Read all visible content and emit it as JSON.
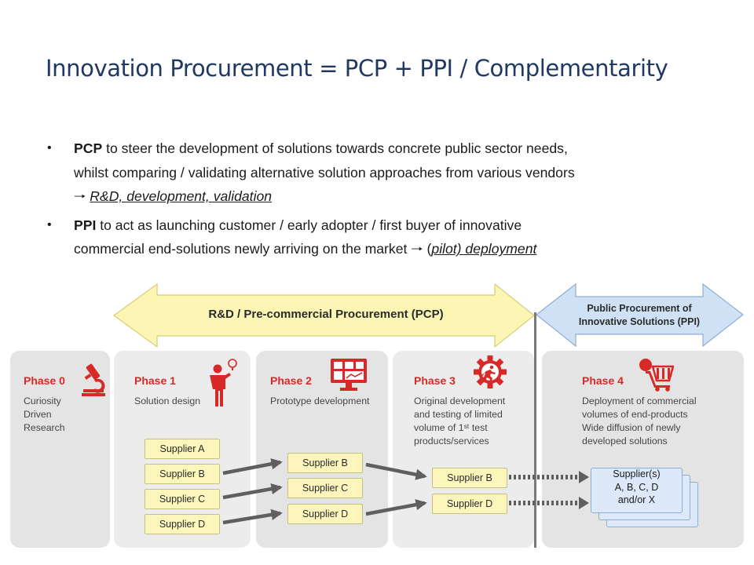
{
  "title": "Innovation Procurement = PCP + PPI / Complementarity",
  "bullets": [
    {
      "term": "PCP",
      "line1": " to steer the development of solutions towards concrete public sector needs,",
      "line2": "whilst comparing / validating alternative solution approaches from various vendors",
      "arrow": "",
      "link": "R&D, development, validation"
    },
    {
      "term": "PPI",
      "line1": " to act as launching customer / early adopter / first buyer of innovative",
      "line2": "commercial end-solutions newly arriving on the market",
      "arrow": "",
      "pre": "(",
      "link": "pilot) deployment"
    }
  ],
  "pcp_arrow_label": "R&D / Pre-commercial Procurement (PCP)",
  "ppi_arrow_label": {
    "line1": "Public Procurement of",
    "line2": "Innovative Solutions (PPI)"
  },
  "phases": [
    {
      "title": "Phase 0",
      "desc": [
        "Curiosity",
        "Driven",
        "Research"
      ],
      "icon": "microscope-icon"
    },
    {
      "title": "Phase 1",
      "desc": [
        "Solution design"
      ],
      "icon": "person-idea-icon"
    },
    {
      "title": "Phase 2",
      "desc": [
        "Prototype development"
      ],
      "icon": "prototype-monitor-icon"
    },
    {
      "title": "Phase 3",
      "desc": [
        "Original development",
        "and testing of limited",
        "volume of 1ˢᵗ test",
        "products/services"
      ],
      "icon": "gear-runner-icon"
    },
    {
      "title": "Phase 4",
      "desc": [
        "Deployment of commercial",
        "volumes of end-products",
        "Wide diffusion of newly",
        "developed solutions"
      ],
      "icon": "shopping-cart-icon"
    }
  ],
  "suppliers": {
    "phase1": [
      "Supplier A",
      "Supplier B",
      "Supplier C",
      "Supplier D"
    ],
    "phase2": [
      "Supplier B",
      "Supplier C",
      "Supplier D"
    ],
    "phase3": [
      "Supplier B",
      "Supplier D"
    ],
    "phase4": [
      "Supplier(s)",
      "A, B, C, D",
      "and/or X"
    ]
  },
  "colors": {
    "title": "#1f3864",
    "phase_title": "#d72a28",
    "pcp_arrow": "#fcf6b4",
    "ppi_arrow": "#cfe2f5",
    "supplier_box": "#fcf6bc",
    "phase_background": "#e4e4e4"
  }
}
